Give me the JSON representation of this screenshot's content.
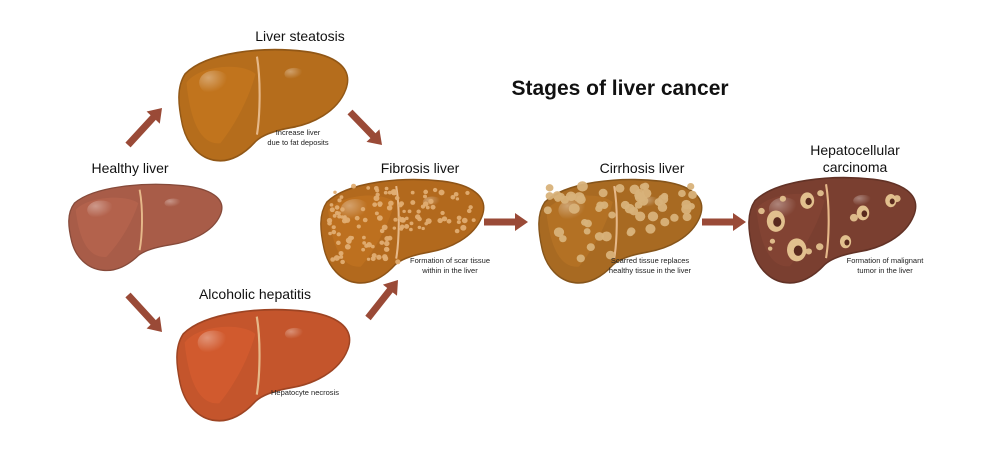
{
  "title": "Stages of liver cancer",
  "stages": {
    "healthy": {
      "label": "Healthy liver"
    },
    "steatosis": {
      "label": "Liver steatosis",
      "note_lines": [
        "Increase liver",
        "due to fat deposits"
      ]
    },
    "hepatitis": {
      "label": "Alcoholic hepatitis",
      "note_lines": [
        "Hepatocyte necrosis"
      ]
    },
    "fibrosis": {
      "label": "Fibrosis liver",
      "note_lines": [
        "Formation of scar tissue",
        "within in the liver"
      ]
    },
    "cirrhosis": {
      "label": "Cirrhosis liver",
      "note_lines": [
        "Scarred tissue replaces",
        "healthy tissue in the liver"
      ]
    },
    "carcinoma": {
      "label_lines": [
        "Hepatocellular",
        "carcinoma"
      ],
      "note_lines": [
        "Formation of malignant",
        "tumor in the liver"
      ]
    }
  },
  "colors": {
    "arrow": "#9a4a37",
    "healthy": "#a85c48",
    "steatosis": "#b56d1c",
    "hepatitis": "#c4552c",
    "fibrosis": "#b2691d",
    "cirrhosis": "#a86a22",
    "carcinoma": "#7a3f30",
    "fat_spot": "#e0ad72",
    "scar_spot": "#d8b27a",
    "tumor": "#e2c08e",
    "ligament": "#e6b98a"
  },
  "icons": {
    "liver": "liver-icon",
    "arrow": "arrow-right-icon"
  }
}
